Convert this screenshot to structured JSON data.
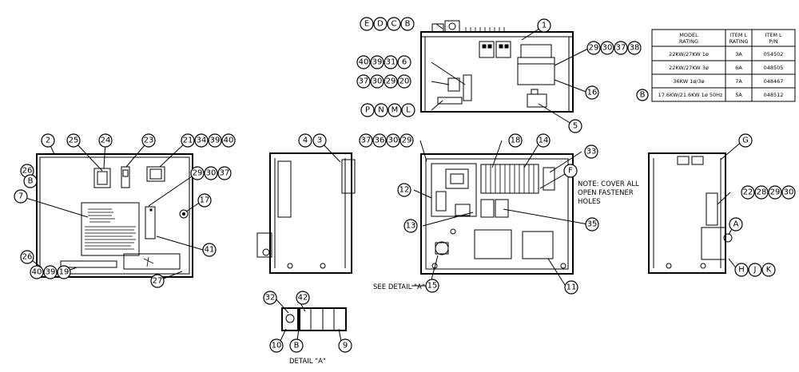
{
  "table": {
    "headers": [
      [
        "MODEL",
        "RATING"
      ],
      [
        "ITEM L",
        "RATING"
      ],
      [
        "ITEM L",
        "P/N"
      ]
    ],
    "rows": [
      {
        "tag": "",
        "model": "22KW/27KW 1ø",
        "rating": "3A",
        "pn": "054502"
      },
      {
        "tag": "",
        "model": "22KW/27KW 3ø",
        "rating": "6A",
        "pn": "048505"
      },
      {
        "tag": "",
        "model": "36KW 1ø/3ø",
        "rating": "7A",
        "pn": "048467"
      },
      {
        "tag": "B",
        "model": "17.6KW/21.6KW 1ø 50Hz",
        "rating": "5A",
        "pn": "048512"
      }
    ]
  },
  "notes": {
    "cover_lines": [
      "NOTE: COVER ALL",
      "OPEN FASTENER",
      "HOLES"
    ],
    "see_detail": "SEE DETAIL \"A\"",
    "detail_title": "DETAIL \"A\""
  },
  "balloons": [
    "E",
    "D",
    "C",
    "B",
    "1",
    "29",
    "30",
    "37",
    "38",
    "40",
    "39",
    "31",
    "6",
    "37",
    "30",
    "29",
    "20",
    "16",
    "P",
    "N",
    "M",
    "L",
    "5",
    "2",
    "25",
    "24",
    "23",
    "21",
    "34",
    "39",
    "40",
    "26",
    "B",
    "29",
    "30",
    "37",
    "7",
    "17",
    "41",
    "26",
    "40",
    "39",
    "19",
    "27",
    "4",
    "3",
    "37",
    "36",
    "30",
    "29",
    "18",
    "14",
    "33",
    "F",
    "12",
    "13",
    "35",
    "15",
    "11",
    "G",
    "22",
    "28",
    "29",
    "30",
    "A",
    "H",
    "J",
    "K",
    "32",
    "42",
    "10",
    "B",
    "9"
  ],
  "colors": {
    "ink": "#000000",
    "paper": "#ffffff"
  }
}
